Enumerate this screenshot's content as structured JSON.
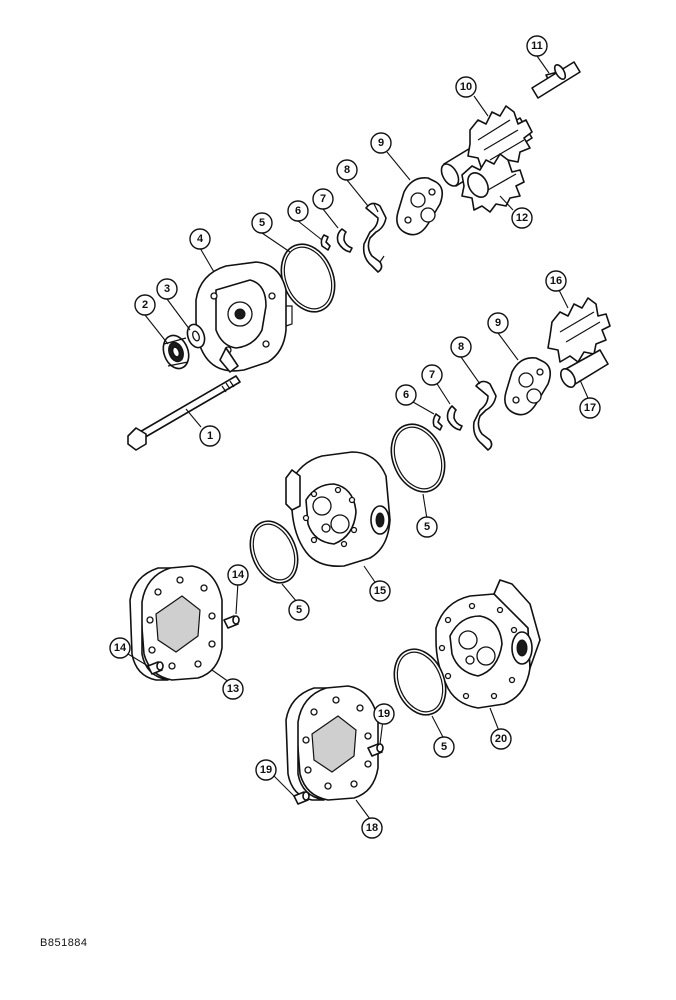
{
  "drawing_code": "B851884",
  "callouts": {
    "c1": "1",
    "c2": "2",
    "c3": "3",
    "c4": "4",
    "c5a": "5",
    "c5b": "5",
    "c5c": "5",
    "c5d": "5",
    "c6a": "6",
    "c6b": "6",
    "c7a": "7",
    "c7b": "7",
    "c8a": "8",
    "c8b": "8",
    "c9a": "9",
    "c9b": "9",
    "c10": "10",
    "c11": "11",
    "c12": "12",
    "c13": "13",
    "c14a": "14",
    "c14b": "14",
    "c15": "15",
    "c16": "16",
    "c17": "17",
    "c18": "18",
    "c19a": "19",
    "c19b": "19",
    "c20": "20"
  }
}
